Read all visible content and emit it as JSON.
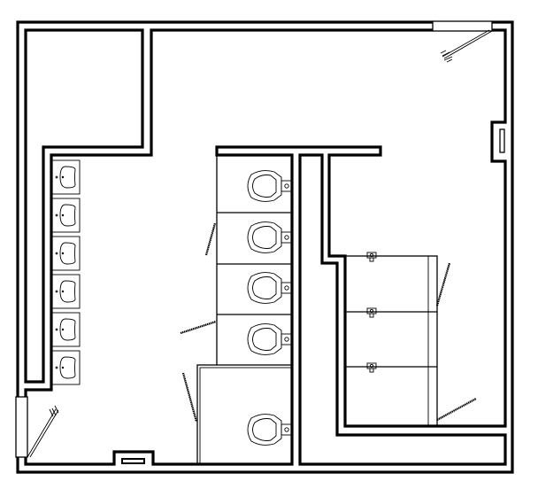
{
  "plan": {
    "background": "#ffffff",
    "line_color": "#000000",
    "fixtures": {
      "sinks": 6,
      "toilets": 5,
      "urinals": 3
    }
  }
}
